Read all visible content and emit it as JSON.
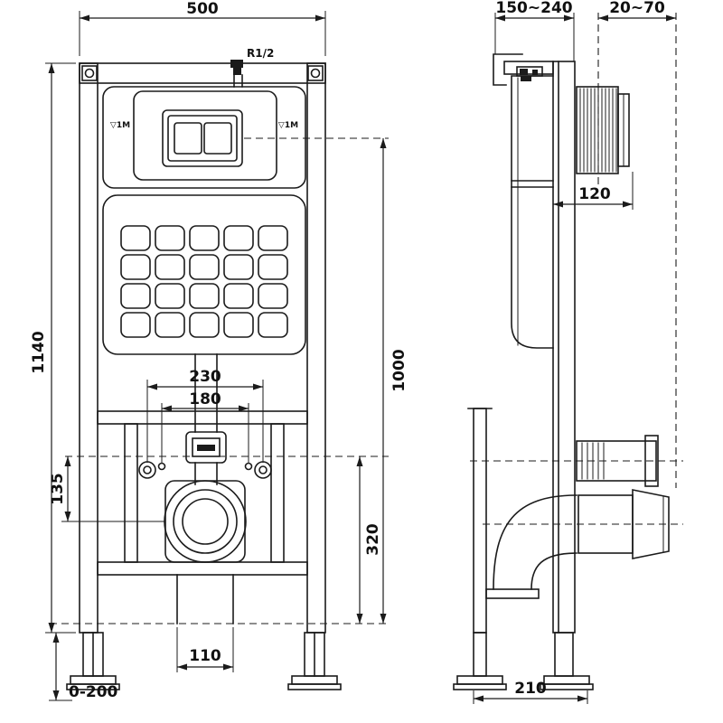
{
  "front_view": {
    "width": "500",
    "frame_height": "1140",
    "actuator_height": "1000",
    "bolt_spacing_outer": "230",
    "bolt_spacing_inner": "180",
    "supply_to_drain": "135",
    "supply_height": "320",
    "drain_duct_width": "110",
    "foot_adjustment": "0-200",
    "water_inlet": "R1/2",
    "water_level_left": "▽1M",
    "water_level_right": "▽1M"
  },
  "side_view": {
    "frame_depth_range": "150~240",
    "plate_clearance": "20~70",
    "sleeve_depth": "120",
    "base_depth": "210"
  }
}
